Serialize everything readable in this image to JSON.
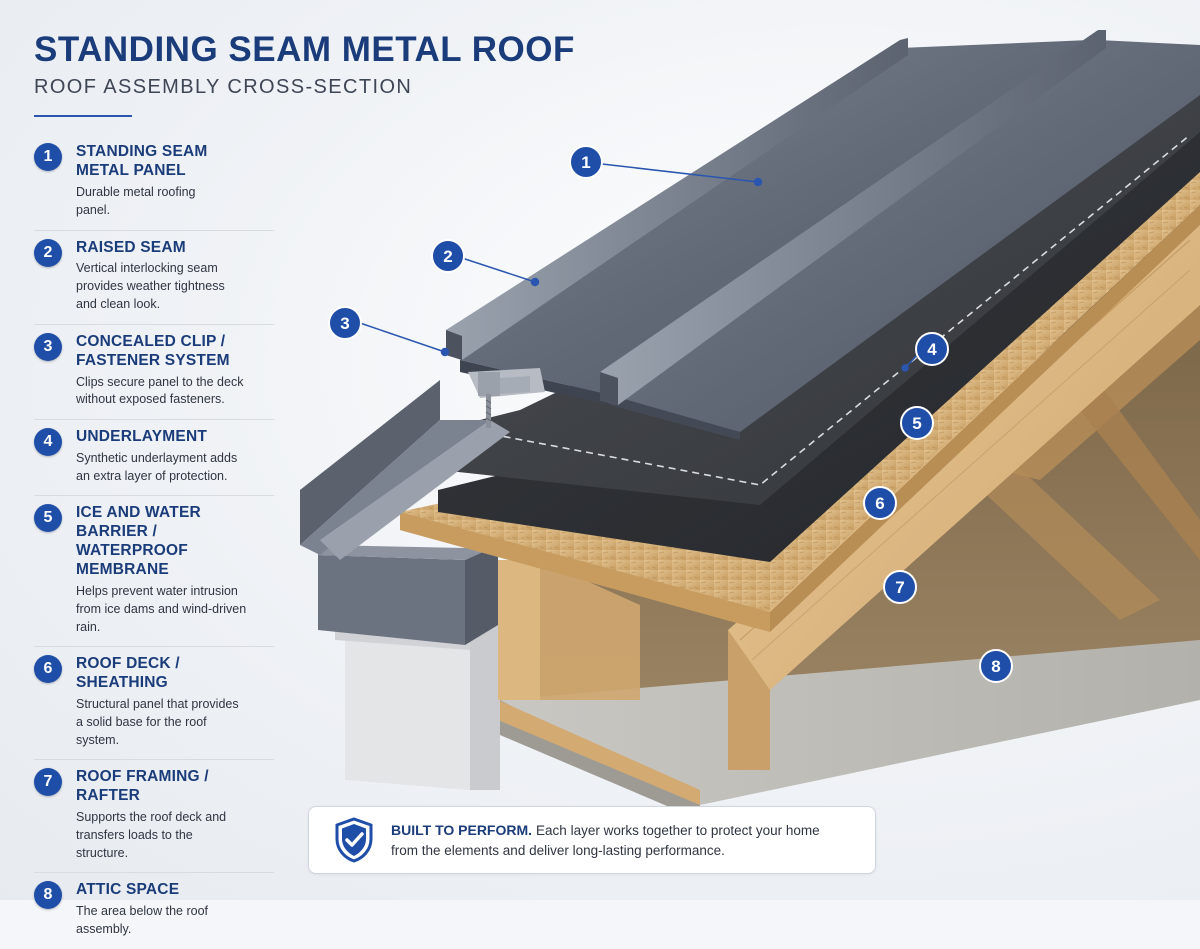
{
  "header": {
    "title": "STANDING SEAM METAL ROOF",
    "subtitle": "ROOF ASSEMBLY CROSS-SECTION"
  },
  "colors": {
    "accent": "#1f4ea8",
    "title": "#1b3c7a",
    "metal": "#5a6270",
    "wood": "#d9b98c",
    "underlayment": "#3a3c40"
  },
  "legend": [
    {
      "number": "1",
      "title_lines": [
        "STANDING SEAM",
        "METAL PANEL"
      ],
      "desc_lines": [
        "Durable metal roofing",
        "panel."
      ]
    },
    {
      "number": "2",
      "title_lines": [
        "RAISED SEAM"
      ],
      "desc_lines": [
        "Vertical interlocking seam",
        "provides weather tightness",
        "and clean look."
      ]
    },
    {
      "number": "3",
      "title_lines": [
        "CONCEALED CLIP /",
        "FASTENER SYSTEM"
      ],
      "desc_lines": [
        "Clips secure panel to the deck",
        "without exposed fasteners."
      ]
    },
    {
      "number": "4",
      "title_lines": [
        "UNDERLAYMENT"
      ],
      "desc_lines": [
        "Synthetic underlayment adds",
        "an extra layer of protection."
      ]
    },
    {
      "number": "5",
      "title_lines": [
        "ICE AND WATER BARRIER /",
        "WATERPROOF MEMBRANE"
      ],
      "desc_lines": [
        "Helps prevent water intrusion",
        "from ice dams and wind-driven",
        "rain."
      ]
    },
    {
      "number": "6",
      "title_lines": [
        "ROOF DECK / SHEATHING"
      ],
      "desc_lines": [
        "Structural panel that provides",
        "a solid base for the roof",
        "system."
      ]
    },
    {
      "number": "7",
      "title_lines": [
        "ROOF FRAMING / RAFTER"
      ],
      "desc_lines": [
        "Supports the roof deck and",
        "transfers loads to the",
        "structure."
      ]
    },
    {
      "number": "8",
      "title_lines": [
        "ATTIC SPACE"
      ],
      "desc_lines": [
        "The area below the roof",
        "assembly."
      ]
    }
  ],
  "callouts": [
    "1",
    "2",
    "3",
    "4",
    "5",
    "6",
    "7",
    "8"
  ],
  "footer": {
    "icon": "shield-check-icon",
    "strong": "BUILT TO PERFORM.",
    "line1": "Each layer works together to protect your home",
    "line2": "from the elements and deliver long-lasting performance."
  }
}
